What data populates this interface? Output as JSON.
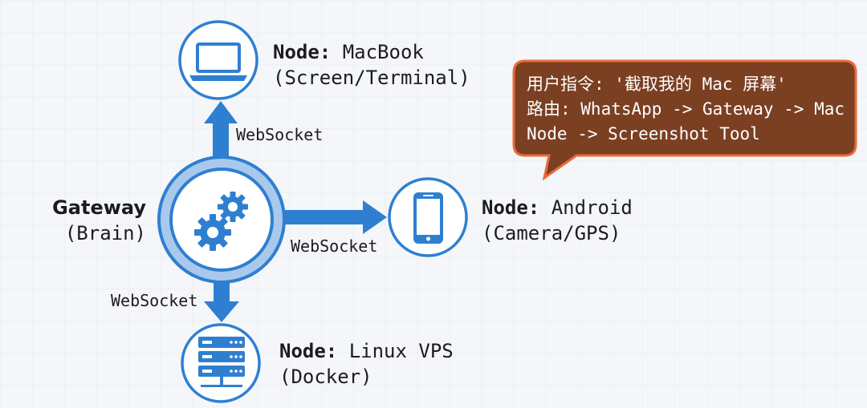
{
  "gateway": {
    "title": "Gateway",
    "subtitle": "(Brain)",
    "icon": "gears-icon"
  },
  "nodes": {
    "macbook": {
      "prefix": "Node:",
      "name": "MacBook",
      "subtitle": "(Screen/Terminal)",
      "icon": "laptop-icon"
    },
    "android": {
      "prefix": "Node:",
      "name": "Android",
      "subtitle": "(Camera/GPS)",
      "icon": "smartphone-icon"
    },
    "linux": {
      "prefix": "Node:",
      "name": "Linux VPS",
      "subtitle": "(Docker)",
      "icon": "server-rack-icon"
    }
  },
  "edges": {
    "to_macbook": "WebSocket",
    "to_android": "WebSocket",
    "to_linux": "WebSocket"
  },
  "callout": {
    "line1": "用户指令: '截取我的 Mac 屏幕'",
    "line2": "路由: WhatsApp -> Gateway -> Mac",
    "line3": "Node -> Screenshot Tool"
  },
  "colors": {
    "primary_blue": "#2f7fd1",
    "light_blue": "#a9c9ec",
    "callout_fill": "#7b3f22",
    "callout_border": "#ec6a3c",
    "background": "#f4f6f9"
  }
}
